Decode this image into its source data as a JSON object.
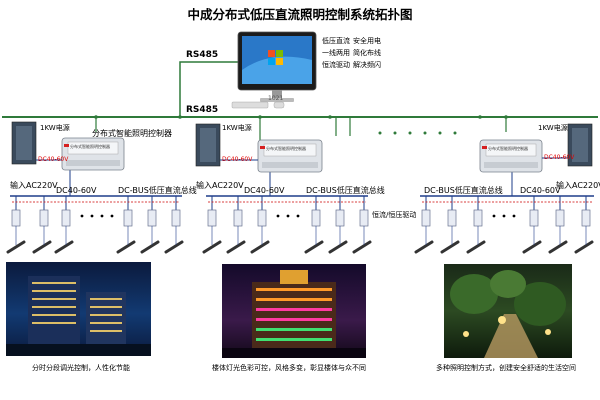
{
  "title": "中成分布式低压直流照明控制系统拓扑图",
  "bus_top_label": "RS485",
  "bus_main_label": "RS485",
  "monitor_caption": "1021",
  "features": [
    "低压直流",
    "安全用电",
    "一线两用",
    "简化布线",
    "恒流驱动",
    "解决频闪"
  ],
  "left_section": {
    "psu_label": "1KW电源",
    "controller_title": "分布式智能照明控制器",
    "dc_left": "DC40-60V",
    "ac_input": "输入AC220V",
    "dc_left2": "DC40-60V",
    "bus_label": "DC-BUS低压直流总线",
    "photo_caption": "分时分段调光控制，人性化节能"
  },
  "mid_section": {
    "psu_label": "1KW电源",
    "dc_left": "DC40-60V",
    "ac_input": "输入AC220V",
    "dc_left2": "DC40-60V",
    "bus_label": "DC-BUS低压直流总线",
    "driver_label": "恒流/恒压驱动",
    "photo_caption": "楼体灯光色彩可控，风格多变，彰显楼体与众不同"
  },
  "right_section": {
    "psu_label": "1KW电源",
    "dc_right": "DC40-60V",
    "ac_input": "输入AC220V",
    "bus_label": "DC-BUS低压直流总线",
    "dc_right2": "DC40-60V",
    "photo_caption": "多种照明控制方式，创建安全舒适的生活空间"
  },
  "controller_text": "分布式智能照明控制器",
  "colors": {
    "bus": "#2f7a3a",
    "label_red": "#d00000",
    "wire": "#1e3d8a"
  }
}
